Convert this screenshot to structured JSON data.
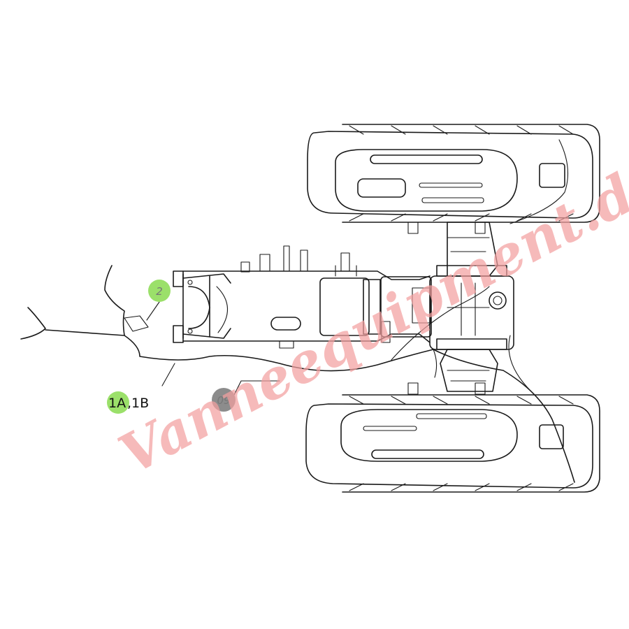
{
  "callouts": {
    "c2": {
      "label": "2",
      "color": "#9be06a"
    },
    "c1a": {
      "label": "1A",
      "color": "#9be06a"
    },
    "c1b": {
      "label": ",1B"
    },
    "c09": {
      "label": "09",
      "color": "#8c8c8c"
    }
  },
  "watermark": {
    "text": "Vanneequipment.de",
    "color": "#f2a0a0"
  }
}
